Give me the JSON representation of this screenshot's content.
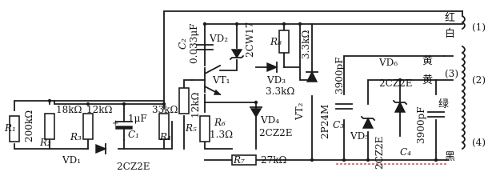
{
  "labels": {
    "r1": "R₁",
    "r1_val": "200kΩ",
    "r2": "R₂",
    "r2_val": "18kΩ",
    "r3": "R₃",
    "r3_val": "12kΩ",
    "c1": "C₁",
    "c1_val": "1μF",
    "r4": "R₄",
    "r4_val": "33kΩ",
    "vd1": "VD₁",
    "vd1_val": "2CZ2E",
    "c2": "C₂",
    "c2_val": "0.033μF",
    "vd2": "VD₂",
    "vd2_val": "2CW17",
    "r8": "R₈",
    "r8_val": "3.3kΩ",
    "vt1": "VT₁",
    "r5": "R₅",
    "r5_val": "12kΩ",
    "r6": "R₆",
    "r6_val": "1.3Ω",
    "vd3": "VD₃",
    "vd3_val": "3.3kΩ",
    "vd4": "VD₄",
    "vd4_val": "2CZ2E",
    "vt2": "VT₂",
    "vt2_val": "2P24M",
    "r7": "R₇",
    "r7_val": "27kΩ",
    "c3": "C₃",
    "c3_val": "3900pF",
    "vd6": "VD₆",
    "vd6_val": "2CZ2E",
    "vd5": "VD₅",
    "vd5_val": "2CZ2E",
    "c4": "C₄",
    "c4_val": "3900pF"
  },
  "terminals": [
    {
      "wire": "红",
      "num": "(1)"
    },
    {
      "wire": "白",
      "num": ""
    },
    {
      "wire": "黄",
      "num": "(3)"
    },
    {
      "wire": "黄",
      "num": "(2)"
    },
    {
      "wire": "绿",
      "num": ""
    },
    {
      "wire": "黑",
      "num": "(4)"
    }
  ],
  "colors": {
    "ink": "#1a1a1a",
    "red_dashed": "#c0392b"
  }
}
